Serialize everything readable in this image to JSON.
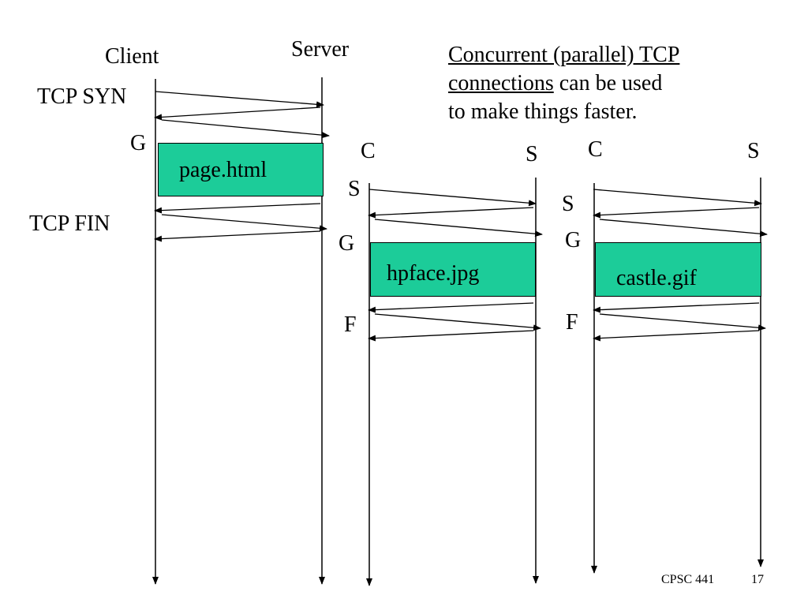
{
  "labels": {
    "client": "Client",
    "server": "Server",
    "tcp_syn": "TCP SYN",
    "get": "G",
    "tcp_fin": "TCP FIN",
    "conn2_client": "C",
    "conn2_server": "S",
    "conn2_syn": "S",
    "conn2_get": "G",
    "conn2_fin": "F",
    "conn3_client": "C",
    "conn3_server": "S",
    "conn3_syn": "S",
    "conn3_get": "G",
    "conn3_fin": "F"
  },
  "files": {
    "file1": "page.html",
    "file2": "hpface.jpg",
    "file3": "castle.gif"
  },
  "caption": {
    "underlined_line1": "Concurrent (parallel) TCP",
    "underlined_line2": "connections",
    "rest_line2": " can be used",
    "line3": "to make things faster."
  },
  "footer": {
    "course": "CPSC 441",
    "page": "17"
  },
  "colors": {
    "box_fill": "#1ccc99",
    "line": "#000000"
  }
}
